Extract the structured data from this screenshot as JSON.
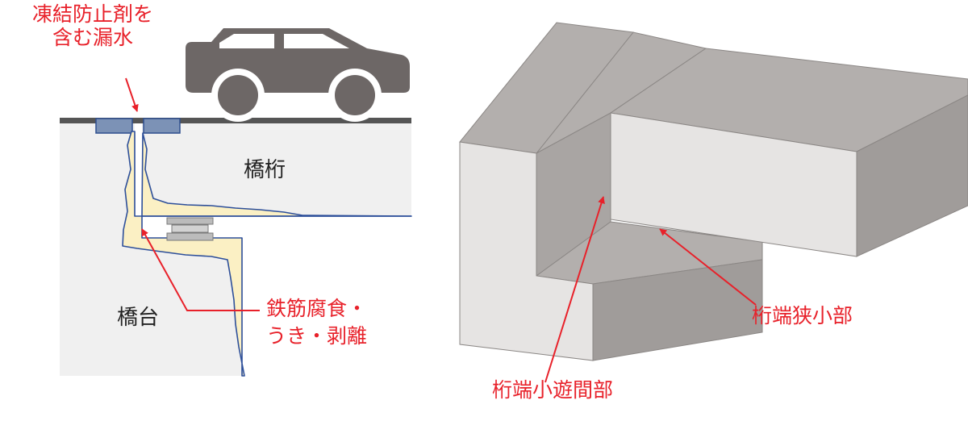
{
  "labels": {
    "antifreeze_line1": "凍結防止剤を",
    "antifreeze_line2": "含む漏水",
    "girder": "橋桁",
    "abutment": "橋台",
    "damage_line1": "鉄筋腐食・",
    "damage_line2": "うき・剥離",
    "narrow_part": "桁端狭小部",
    "small_gap_part": "桁端小遊間部"
  },
  "colors": {
    "label_red": "#e8212a",
    "text_dark": "#222222",
    "car": "#6d6766",
    "concrete_light": "#f0f0f0",
    "pavement": "#555555",
    "joint_blue": "#7c92b6",
    "joint_stroke": "#2f4f8f",
    "seep_yellow": "#fbf0c4",
    "seep_stroke": "#2d4f9a",
    "block_top": "#b3afad",
    "block_front": "#e6e4e3",
    "block_side": "#a09c9a"
  },
  "icons": {
    "vehicle": "car-icon"
  }
}
